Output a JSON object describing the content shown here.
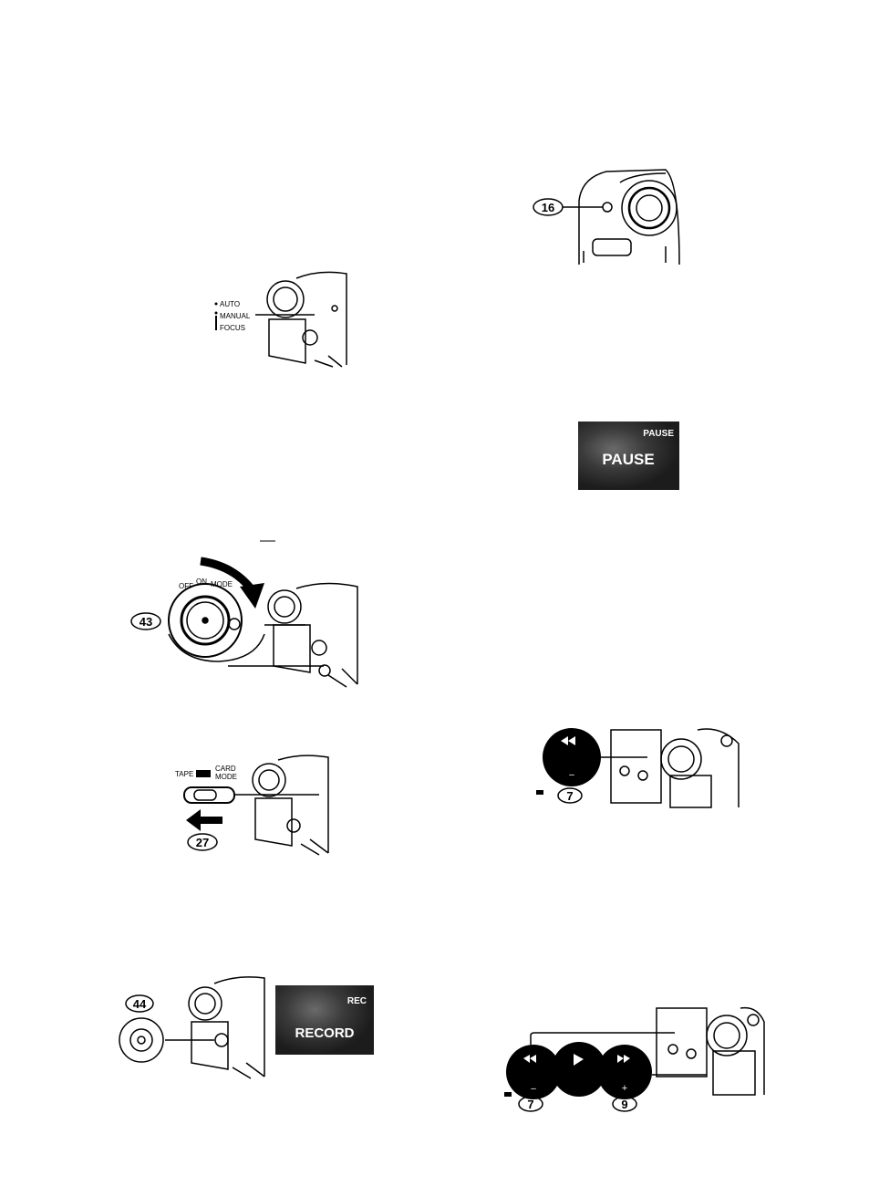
{
  "fig_focus": {
    "options": [
      "AUTO",
      "MANUAL",
      "FOCUS"
    ]
  },
  "fig_lens": {
    "callout": "16"
  },
  "fig_pause": {
    "small": "PAUSE",
    "large": "PAUSE"
  },
  "fig_dial": {
    "callout": "43",
    "dial_labels": [
      "OFF",
      "ON",
      "MODE"
    ]
  },
  "fig_rewind": {
    "callout": "7"
  },
  "fig_mode": {
    "left": "TAPE",
    "right_top": "CARD",
    "right_bottom": "MODE",
    "callout": "27"
  },
  "fig_record": {
    "callout": "44",
    "small": "REC",
    "large": "RECORD"
  },
  "fig_controls": {
    "callout_left": "7",
    "callout_right": "9",
    "minus": "–",
    "plus": "+"
  }
}
